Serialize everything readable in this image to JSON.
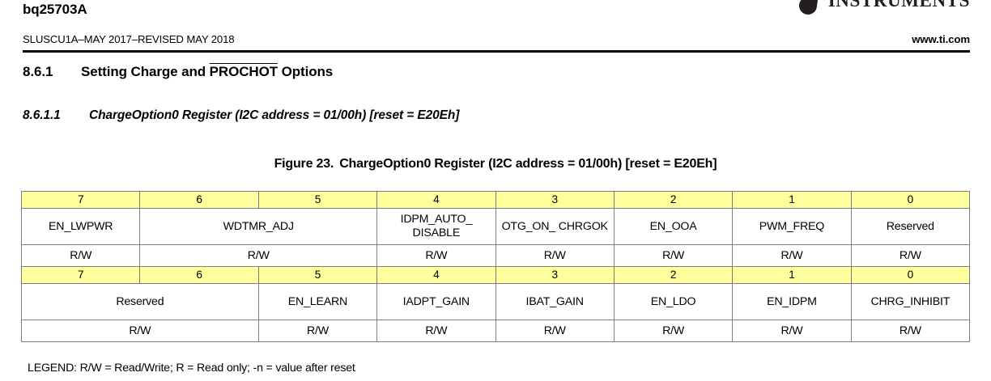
{
  "header": {
    "device": "bq25703A",
    "doc_id": "SLUSCU1A–MAY 2017–REVISED MAY 2018",
    "url": "www.ti.com",
    "brand": "INSTRUMENTS",
    "logo_icon": "ti-logo-icon"
  },
  "section": {
    "number": "8.6.1",
    "title_before": "Setting Charge and ",
    "title_overline": "PROCHOT",
    "title_after": " Options"
  },
  "subsection": {
    "number": "8.6.1.1",
    "title": "ChargeOption0 Register (I2C address = 01/00h) [reset = E20Eh]"
  },
  "figure": {
    "label": "Figure 23.",
    "title": "ChargeOption0 Register (I2C address = 01/00h) [reset = E20Eh]"
  },
  "table": {
    "blocks": [
      {
        "bits": [
          "7",
          "6",
          "5",
          "4",
          "3",
          "2",
          "1",
          "0"
        ],
        "names": [
          {
            "text": "EN_LWPWR",
            "span": 1
          },
          {
            "text": "WDTMR_ADJ",
            "span": 2
          },
          {
            "text": "IDPM_AUTO_ DISABLE",
            "span": 1
          },
          {
            "text": "OTG_ON_ CHRGOK",
            "span": 1
          },
          {
            "text": "EN_OOA",
            "span": 1
          },
          {
            "text": "PWM_FREQ",
            "span": 1
          },
          {
            "text": "Reserved",
            "span": 1
          }
        ],
        "access": [
          {
            "text": "R/W",
            "span": 1
          },
          {
            "text": "R/W",
            "span": 2
          },
          {
            "text": "R/W",
            "span": 1
          },
          {
            "text": "R/W",
            "span": 1
          },
          {
            "text": "R/W",
            "span": 1
          },
          {
            "text": "R/W",
            "span": 1
          },
          {
            "text": "R/W",
            "span": 1
          }
        ]
      },
      {
        "bits": [
          "7",
          "6",
          "5",
          "4",
          "3",
          "2",
          "1",
          "0"
        ],
        "names": [
          {
            "text": "Reserved",
            "span": 2
          },
          {
            "text": "EN_LEARN",
            "span": 1
          },
          {
            "text": "IADPT_GAIN",
            "span": 1
          },
          {
            "text": "IBAT_GAIN",
            "span": 1
          },
          {
            "text": "EN_LDO",
            "span": 1
          },
          {
            "text": "EN_IDPM",
            "span": 1
          },
          {
            "text": "CHRG_INHIBIT",
            "span": 1
          }
        ],
        "access": [
          {
            "text": "R/W",
            "span": 2
          },
          {
            "text": "R/W",
            "span": 1
          },
          {
            "text": "R/W",
            "span": 1
          },
          {
            "text": "R/W",
            "span": 1
          },
          {
            "text": "R/W",
            "span": 1
          },
          {
            "text": "R/W",
            "span": 1
          },
          {
            "text": "R/W",
            "span": 1
          }
        ]
      }
    ]
  },
  "legend": "LEGEND: R/W = Read/Write; R = Read only; -n = value after reset",
  "colors": {
    "bit_header_fill": "#FFFF9E",
    "grid_line": "#808080",
    "text": "#000000"
  }
}
